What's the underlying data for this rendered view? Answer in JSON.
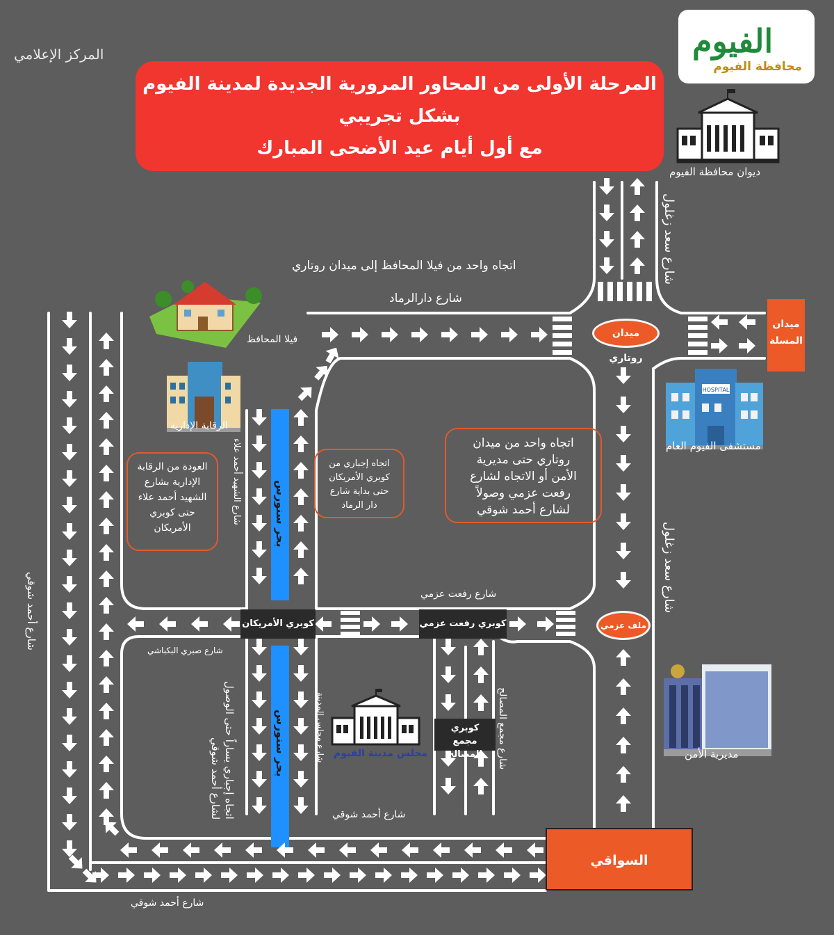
{
  "header": {
    "line1": "المرحلة الأولى من المحاور المرورية الجديدة لمدينة الفيوم",
    "line2": "بشكل تجريبي",
    "line3": "مع أول أيام عيد الأضحى المبارك"
  },
  "media_center": "المركز الإعلامي",
  "logo": {
    "mark": "الفيوم",
    "subtitle": "محافظة الفيوم"
  },
  "landmarks": {
    "governorate_hq": "ديوان محافظة الفيوم",
    "governor_villa": "فيلا المحافظ",
    "admin_control": "الرقابة الإدارية",
    "hospital": "مستشفى الفيوم العام",
    "hospital_sign": "HOSPITAL",
    "city_council": "مجلس مدينة الفيوم",
    "security_directorate": "مديرية الأمن"
  },
  "streets": {
    "one_way_top": "اتجاه واحد من فيلا المحافظ إلى ميدان روتاري",
    "dar_al_ramad": "شارع دارالرماد",
    "saad_zaghloul_top": "شارع سعد زغلول",
    "saad_zaghloul_mid": "شارع سعد زغلول",
    "ahmed_shawky_left": "شارع أحمد شوقي",
    "martyr_ahmed_alaa": "شارع الشهيد أحمد علاء",
    "bahr_sonoris_top": "بحر سنورس",
    "bahr_sonoris_bottom": "بحر سنورس",
    "refaat_azmy": "شارع رفعت عزمي",
    "sabry_bakbashy": "شارع صبري البكباشي",
    "majlis_al_madina": "شارع مجلس المدينة",
    "majma_al_masaleh": "شارع مجمع المصالح",
    "ahmed_shawky_inner": "شارع أحمد شوقي",
    "ahmed_shawky_bottom": "شارع أحمد شوقي",
    "forced_left_note": "اتجاه إجباري يساراً حتى الوصول لشارع أحمد شوقي"
  },
  "bridges": {
    "american": "كوبري الأمريكان",
    "refaat_azmy": "كوبري رفعت عزمي",
    "masaleh_line1": "كوبري",
    "masaleh_line2": "مجمع المصالح"
  },
  "squares": {
    "rotary": "ميدان روتاري",
    "azmy_turn": "ملف عزمي",
    "masalla_line1": "ميدان",
    "masalla_line2": "المسلة",
    "sawaqi": "السواقي"
  },
  "notes": {
    "return_admin": [
      "العودة من الرقابة",
      "الإدارية بشارع",
      "الشهيد أحمد علاء",
      "حتى كوبري",
      "الأمريكان"
    ],
    "forced_american": [
      "اتجاه إجباري من",
      "كوبري الأمريكان",
      "حتى بداية شارع",
      "دار الرماد"
    ],
    "one_way_rotary": [
      "اتجاه واحد من ميدان",
      "روتاري حتى مديرية",
      "الأمن أو الاتجاه لشارع",
      "رفعت عزمي وصولاً",
      "لشارع أحمد شوقي"
    ]
  },
  "colors": {
    "background": "#5d5d5d",
    "header_red": "#f0362f",
    "accent_orange": "#ec5a27",
    "canal_blue": "#1e90ff",
    "road_line": "#ffffff",
    "logo_green": "#1f8a3b"
  }
}
